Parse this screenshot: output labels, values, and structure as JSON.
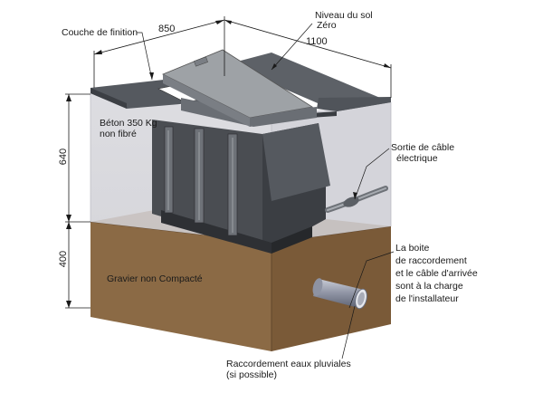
{
  "labels": {
    "finish_layer": "Couche de finition",
    "ground_level_line1": "Niveau du sol",
    "ground_level_line2": "Zéro",
    "concrete_line1": "Béton 350 Kg",
    "concrete_line2": "non fibré",
    "cable_out_line1": "Sortie de câble",
    "cable_out_line2": "électrique",
    "gravel": "Gravier non Compacté",
    "junction_line1": "La boite",
    "junction_line2": "de raccordement",
    "junction_line3": "et le câble d'arrivée",
    "junction_line4": "sont à la charge",
    "junction_line5": "de l'installateur",
    "drain_line1": "Raccordement eaux pluviales",
    "drain_line2": "(si possible)"
  },
  "dimensions": {
    "width": "850",
    "depth": "1100",
    "concrete_height": "640",
    "gravel_height": "400"
  },
  "colors": {
    "gravel_front": "#8b6a45",
    "gravel_side": "#7a5a38",
    "gravel_top": "#a37e55",
    "concrete": "#d4d4d8",
    "slab": "#55595f",
    "unit_body": "#4a4d52",
    "unit_dark": "#2e3034",
    "unit_light": "#6e7278",
    "lid": "#9ea2a6"
  },
  "icons": [
    "transformer-unit-icon",
    "drain-pipe-icon",
    "cable-gland-icon"
  ]
}
